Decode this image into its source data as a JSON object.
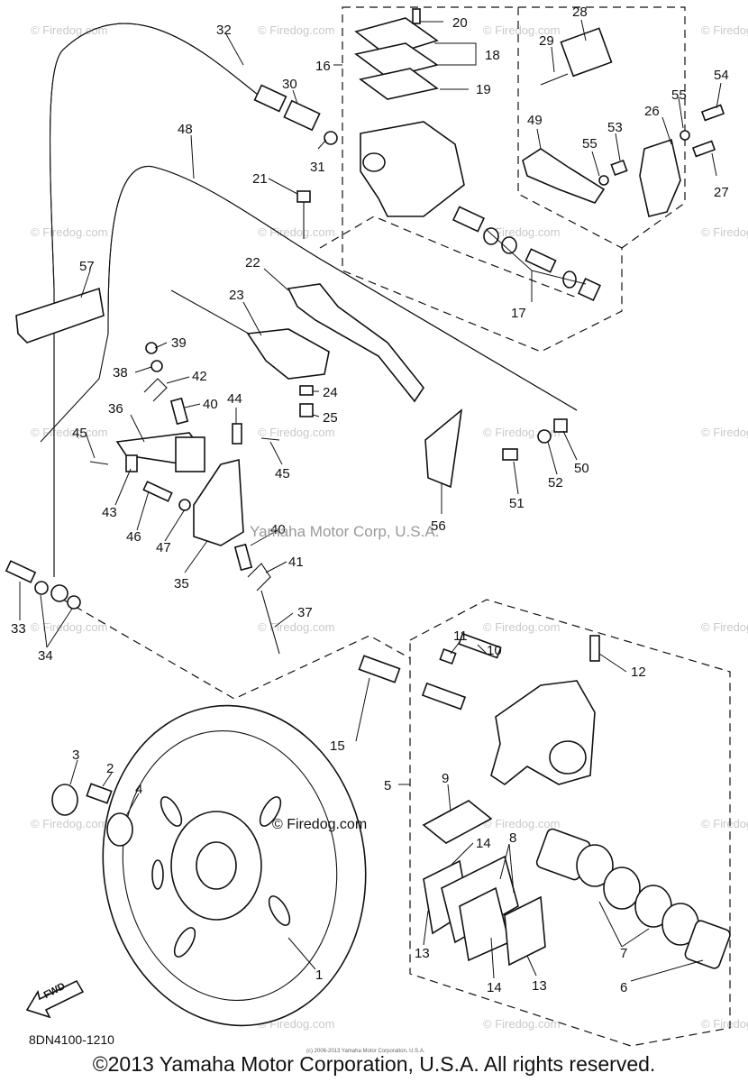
{
  "callouts": [
    {
      "id": "c1",
      "text": "1"
    },
    {
      "id": "c2",
      "text": "2"
    },
    {
      "id": "c3",
      "text": "3"
    },
    {
      "id": "c4",
      "text": "4"
    },
    {
      "id": "c5",
      "text": "5"
    },
    {
      "id": "c6",
      "text": "6"
    },
    {
      "id": "c7",
      "text": "7"
    },
    {
      "id": "c8",
      "text": "8"
    },
    {
      "id": "c9",
      "text": "9"
    },
    {
      "id": "c10",
      "text": "10"
    },
    {
      "id": "c11",
      "text": "11"
    },
    {
      "id": "c12",
      "text": "12"
    },
    {
      "id": "c13a",
      "text": "13"
    },
    {
      "id": "c13b",
      "text": "13"
    },
    {
      "id": "c14a",
      "text": "14"
    },
    {
      "id": "c14b",
      "text": "14"
    },
    {
      "id": "c15",
      "text": "15"
    },
    {
      "id": "c16",
      "text": "16"
    },
    {
      "id": "c17",
      "text": "17"
    },
    {
      "id": "c18",
      "text": "18"
    },
    {
      "id": "c19",
      "text": "19"
    },
    {
      "id": "c20",
      "text": "20"
    },
    {
      "id": "c21",
      "text": "21"
    },
    {
      "id": "c22",
      "text": "22"
    },
    {
      "id": "c23",
      "text": "23"
    },
    {
      "id": "c24",
      "text": "24"
    },
    {
      "id": "c25",
      "text": "25"
    },
    {
      "id": "c26",
      "text": "26"
    },
    {
      "id": "c27",
      "text": "27"
    },
    {
      "id": "c28",
      "text": "28"
    },
    {
      "id": "c29",
      "text": "29"
    },
    {
      "id": "c30",
      "text": "30"
    },
    {
      "id": "c31",
      "text": "31"
    },
    {
      "id": "c32",
      "text": "32"
    },
    {
      "id": "c33",
      "text": "33"
    },
    {
      "id": "c34",
      "text": "34"
    },
    {
      "id": "c35",
      "text": "35"
    },
    {
      "id": "c36",
      "text": "36"
    },
    {
      "id": "c37",
      "text": "37"
    },
    {
      "id": "c38",
      "text": "38"
    },
    {
      "id": "c39",
      "text": "39"
    },
    {
      "id": "c40a",
      "text": "40"
    },
    {
      "id": "c40b",
      "text": "40"
    },
    {
      "id": "c41",
      "text": "41"
    },
    {
      "id": "c42",
      "text": "42"
    },
    {
      "id": "c43",
      "text": "43"
    },
    {
      "id": "c44",
      "text": "44"
    },
    {
      "id": "c45a",
      "text": "45"
    },
    {
      "id": "c45b",
      "text": "45"
    },
    {
      "id": "c46",
      "text": "46"
    },
    {
      "id": "c47",
      "text": "47"
    },
    {
      "id": "c48",
      "text": "48"
    },
    {
      "id": "c49",
      "text": "49"
    },
    {
      "id": "c50",
      "text": "50"
    },
    {
      "id": "c51",
      "text": "51"
    },
    {
      "id": "c52",
      "text": "52"
    },
    {
      "id": "c53",
      "text": "53"
    },
    {
      "id": "c54",
      "text": "54"
    },
    {
      "id": "c55a",
      "text": "55"
    },
    {
      "id": "c55b",
      "text": "55"
    },
    {
      "id": "c56",
      "text": "56"
    },
    {
      "id": "c57",
      "text": "57"
    }
  ],
  "watermark": "© Firedog.com",
  "firedog_label": "© Firedog.com",
  "mid_credit": "Yamaha Motor Corp, U.S.A.",
  "diagram_code": "8DN4100-1210",
  "fwd_label": "FWD",
  "tiny_credit": "(c) 2006-2013 Yamaha Motor Corporation, U.S.A.",
  "copyright": "©2013 Yamaha Motor Corporation, U.S.A. All rights reserved."
}
